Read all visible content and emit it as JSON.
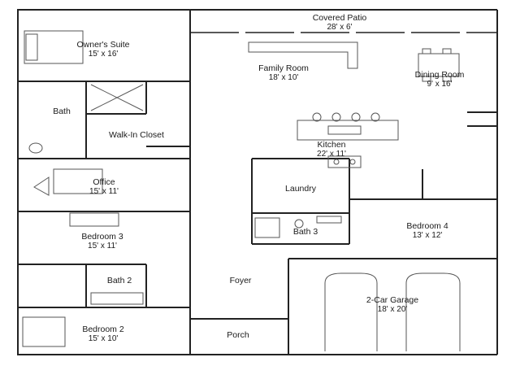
{
  "rooms": {
    "covered_patio": {
      "name": "Covered Patio",
      "dim": "28' x 6'"
    },
    "owners_suite": {
      "name": "Owner's Suite",
      "dim": "15' x 16'"
    },
    "family_room": {
      "name": "Family Room",
      "dim": "18' x 10'"
    },
    "dining_room": {
      "name": "Dining Room",
      "dim": "9' x 16'"
    },
    "bath": {
      "name": "Bath"
    },
    "walk_in_closet": {
      "name": "Walk-In Closet"
    },
    "kitchen": {
      "name": "Kitchen",
      "dim": "22' x 11'"
    },
    "office": {
      "name": "Office",
      "dim": "15' x 11'"
    },
    "laundry": {
      "name": "Laundry"
    },
    "bedroom_3": {
      "name": "Bedroom 3",
      "dim": "15' x 11'"
    },
    "bath_3": {
      "name": "Bath 3"
    },
    "bedroom_4": {
      "name": "Bedroom 4",
      "dim": "13' x 12'"
    },
    "bath_2": {
      "name": "Bath 2"
    },
    "foyer": {
      "name": "Foyer"
    },
    "garage": {
      "name": "2-Car Garage",
      "dim": "18' x 20'"
    },
    "bedroom_2": {
      "name": "Bedroom 2",
      "dim": "15' x 10'"
    },
    "porch": {
      "name": "Porch"
    }
  }
}
